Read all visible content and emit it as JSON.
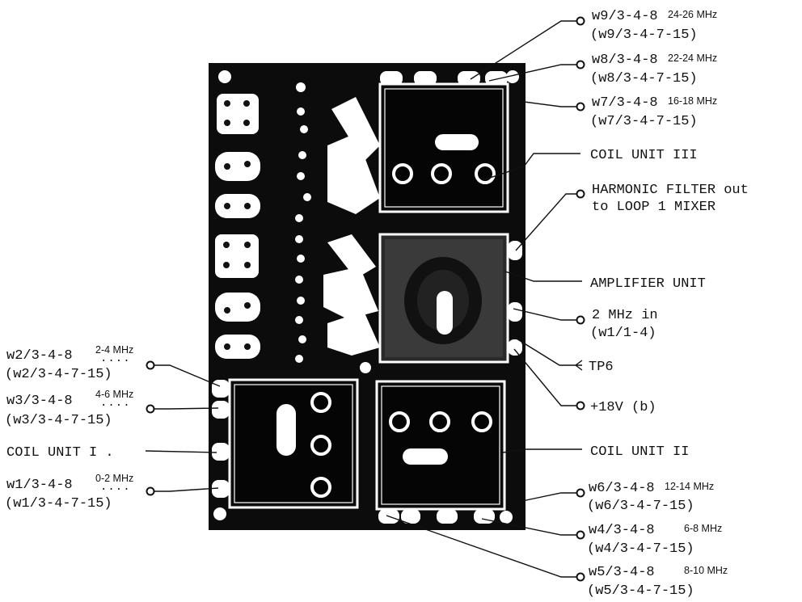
{
  "callouts_right": [
    {
      "id": "w9",
      "line1": "w9/3-4-8",
      "freq": "24-26 MHz",
      "line2": "(w9/3-4-7-15)"
    },
    {
      "id": "w8",
      "line1": "w8/3-4-8",
      "freq": "22-24 MHz",
      "line2": "(w8/3-4-7-15)"
    },
    {
      "id": "w7",
      "line1": "w7/3-4-8",
      "freq": "16-18 MHz",
      "line2": "(w7/3-4-7-15)"
    },
    {
      "id": "coil3",
      "line1": "COIL UNIT III"
    },
    {
      "id": "harm",
      "line1": "HARMONIC FILTER out",
      "line2": "to LOOP 1 MIXER"
    },
    {
      "id": "amp",
      "line1": "AMPLIFIER UNIT"
    },
    {
      "id": "mhz2",
      "line1": "2 MHz in",
      "line2": "(w1/1-4)"
    },
    {
      "id": "tp6",
      "line1": "TP6"
    },
    {
      "id": "v18",
      "line1": "+18V (b)"
    },
    {
      "id": "coil2",
      "line1": "COIL UNIT II"
    },
    {
      "id": "w6",
      "line1": "w6/3-4-8",
      "freq": "12-14 MHz",
      "line2": "(w6/3-4-7-15)"
    },
    {
      "id": "w4",
      "line1": "w4/3-4-8",
      "freq": "6-8 MHz",
      "line2": "(w4/3-4-7-15)"
    },
    {
      "id": "w5",
      "line1": "w5/3-4-8",
      "freq": "8-10 MHz",
      "line2": "(w5/3-4-7-15)"
    }
  ],
  "callouts_left": [
    {
      "id": "w2",
      "line1": "w2/3-4-8",
      "freq": "2-4 MHz",
      "line2": "(w2/3-4-7-15)"
    },
    {
      "id": "w3",
      "line1": "w3/3-4-8",
      "freq": "4-6 MHz",
      "line2": "(w3/3-4-7-15)"
    },
    {
      "id": "coil1",
      "line1": "COIL UNIT I ."
    },
    {
      "id": "w1",
      "line1": "w1/3-4-8",
      "freq": "0-2 MHz",
      "line2": "(w1/3-4-7-15)"
    }
  ]
}
